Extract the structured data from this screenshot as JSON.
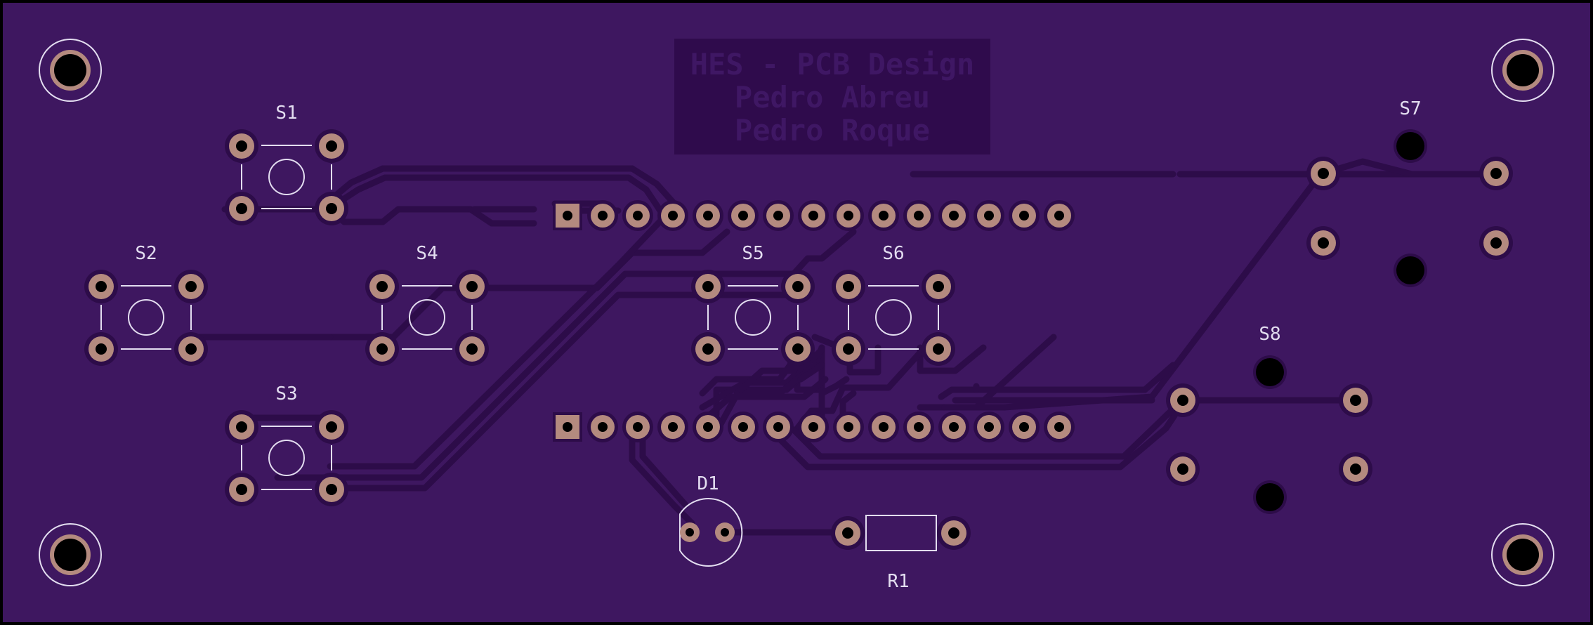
{
  "board": {
    "title_lines": [
      "HES - PCB Design",
      "Pedro Abreu",
      "Pedro Roque"
    ],
    "colors": {
      "substrate": "#3e1760",
      "trace": "#2d0c49",
      "pad": "#b48a7f",
      "silkscreen": "#e3ddf0",
      "title_block": "#2f0b4c",
      "title_text": "#3f1764"
    }
  },
  "labels": {
    "s1": "S1",
    "s2": "S2",
    "s3": "S3",
    "s4": "S4",
    "s5": "S5",
    "s6": "S6",
    "s7": "S7",
    "s8": "S8",
    "d1": "D1",
    "r1": "R1"
  }
}
